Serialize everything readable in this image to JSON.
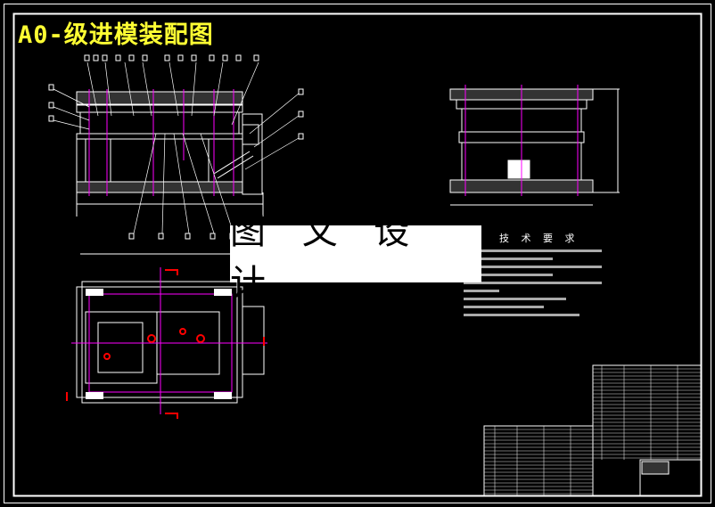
{
  "drawing": {
    "title": "A0-级进模装配图",
    "watermark": "图 文 设 计",
    "technical_requirements_title": "技 术 要 求",
    "colors": {
      "background": "#000000",
      "lines": "#ffffff",
      "title": "#ffff33",
      "center_lines": "#ff00ff",
      "section_marks": "#ff0000"
    }
  }
}
